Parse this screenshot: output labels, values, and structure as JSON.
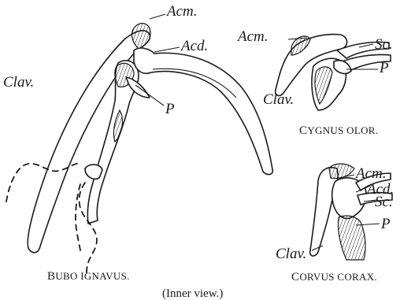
{
  "figures": {
    "bubo": {
      "caption_first": "B",
      "caption_rest": "UBO IGNAVUS.",
      "labels": {
        "acm": "Acm.",
        "acd": "Acd.",
        "clav": "Clav.",
        "p": "P"
      }
    },
    "cygnus": {
      "caption_first": "C",
      "caption_rest": "YGNUS OLOR.",
      "labels": {
        "acm": "Acm.",
        "sc": "Sc.",
        "p": "P",
        "clav": "Clav."
      }
    },
    "corvus": {
      "caption_first": "C",
      "caption_rest": "ORVUS CORAX.",
      "labels": {
        "acm": "Acm.",
        "acd": "Acd.",
        "sc": "Sc.",
        "p": "P",
        "clav": "Clav."
      }
    }
  },
  "view_note": "(Inner view.)"
}
